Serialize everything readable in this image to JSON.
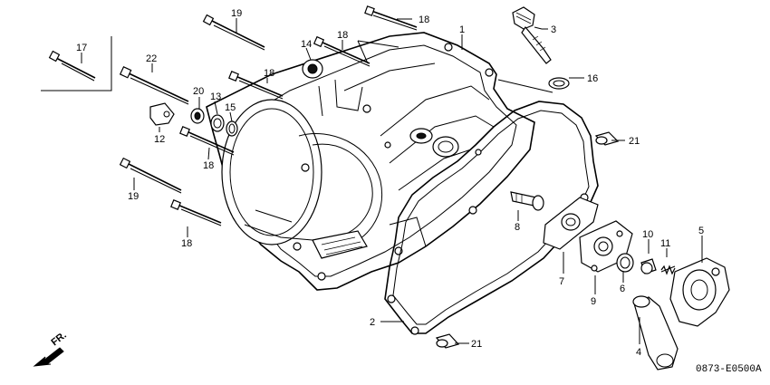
{
  "diagram": {
    "code": "0873-E0500A",
    "direction_label": "FR.",
    "callouts": {
      "p1": "1",
      "p2": "2",
      "p3": "3",
      "p4": "4",
      "p5": "5",
      "p6": "6",
      "p7": "7",
      "p8": "8",
      "p9": "9",
      "p10": "10",
      "p11": "11",
      "p12": "12",
      "p13": "13",
      "p14": "14",
      "p15": "15",
      "p16": "16",
      "p17": "17",
      "p18a": "18",
      "p18b": "18",
      "p18c": "18",
      "p18d": "18",
      "p18e": "18",
      "p19a": "19",
      "p19b": "19",
      "p20": "20",
      "p21a": "21",
      "p21b": "21",
      "p22": "22"
    }
  }
}
